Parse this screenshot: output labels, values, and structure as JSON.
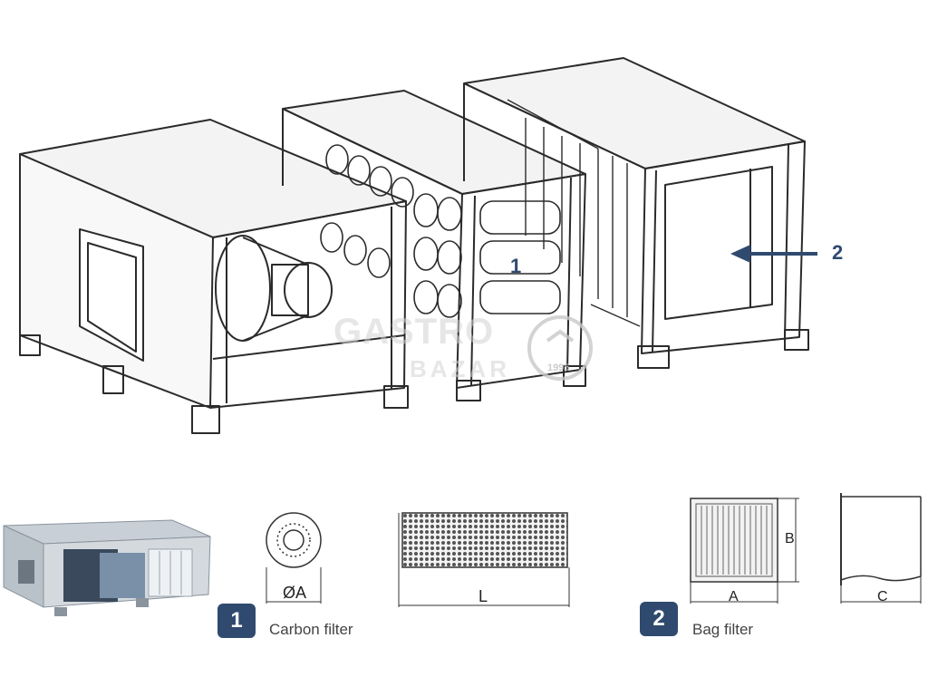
{
  "callouts": {
    "one": "1",
    "two": "2"
  },
  "legend": {
    "carbon": {
      "number": "1",
      "label": "Carbon filter"
    },
    "bag": {
      "number": "2",
      "label": "Bag filter"
    }
  },
  "dimensions": {
    "diameter": "ØA",
    "length": "L",
    "bag_width": "A",
    "bag_height": "B",
    "bag_depth": "C"
  },
  "watermark": {
    "line1": "GASTRO",
    "line2": "BAZAR",
    "seal": "1995"
  },
  "colors": {
    "accent": "#2f4a6e",
    "line": "#2b2b2b"
  }
}
